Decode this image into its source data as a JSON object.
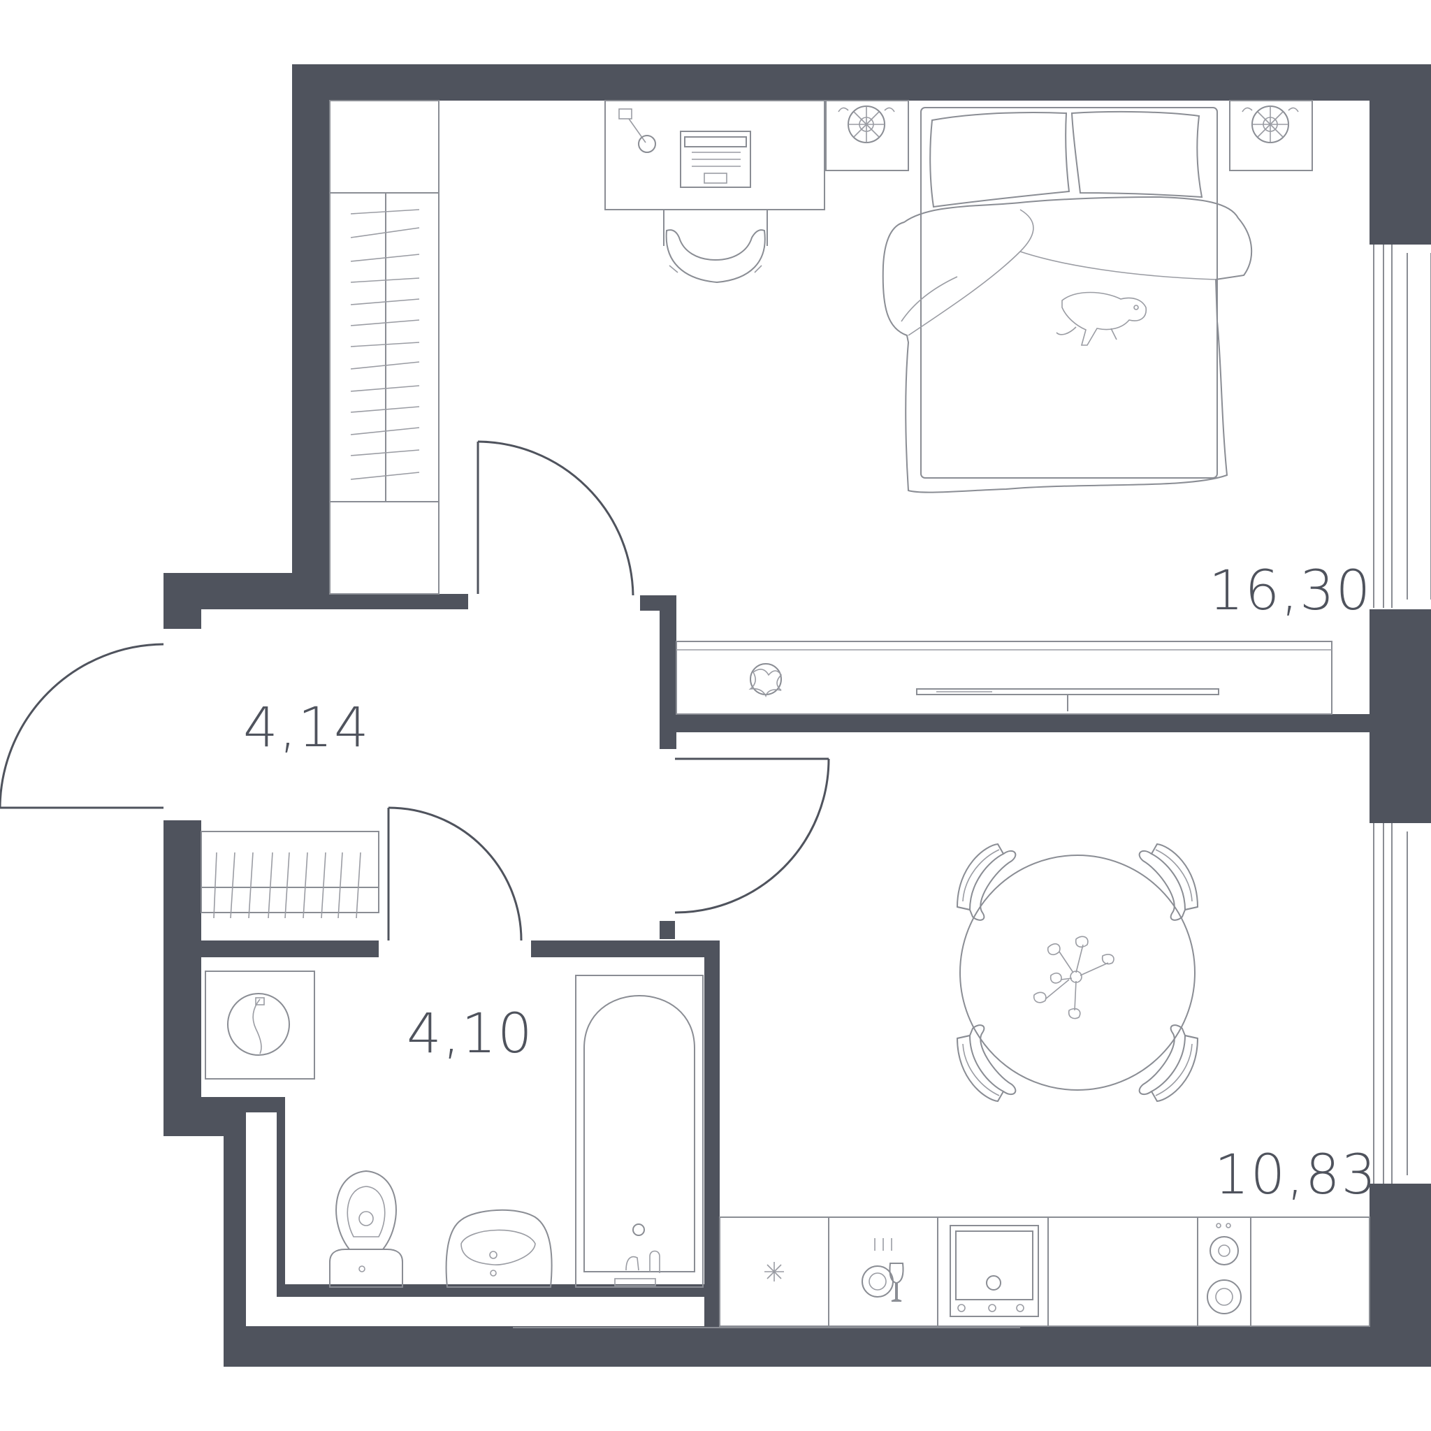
{
  "rooms": [
    {
      "id": "bedroom",
      "area": "16,30"
    },
    {
      "id": "hallway",
      "area": "4,14"
    },
    {
      "id": "bathroom",
      "area": "4,10"
    },
    {
      "id": "kitchen",
      "area": "10,83"
    }
  ],
  "colors": {
    "wall": "#4f535d",
    "furniture": "#8a8d94",
    "background": "#ffffff"
  },
  "icons": [
    "bed-icon",
    "pillow-icon",
    "blanket-icon",
    "dog-icon",
    "nightstand-lamp-icon",
    "desk-icon",
    "laptop-icon",
    "chair-icon",
    "wardrobe-icon",
    "tv-stand-icon",
    "tv-icon",
    "plant-icon",
    "dining-table-icon",
    "dining-chair-icon",
    "flowers-icon",
    "bathtub-icon",
    "toilet-icon",
    "sink-icon",
    "washing-machine-icon",
    "closet-icon",
    "kitchen-counter-icon",
    "fridge-icon",
    "dishwasher-icon",
    "oven-icon",
    "stove-icon"
  ]
}
